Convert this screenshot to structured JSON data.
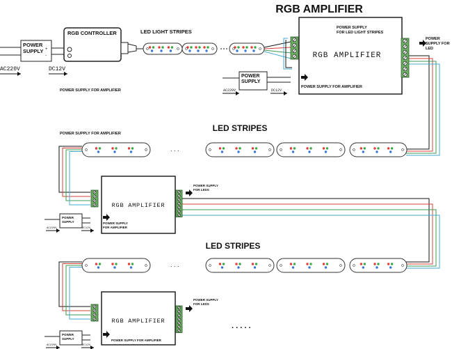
{
  "title": "RGB AMPLIFIER",
  "top": {
    "power_supply_1": "POWER\nSUPPLY",
    "ac_label": "AC220V",
    "dc_label": "DC12V",
    "controller": "RGB CONTROLLER",
    "led_light_stripes": "LED LIGHT STRIPES",
    "amp_name": "RGB AMPLIFIER",
    "ps_for_led_light_stripes": "POWER SUPPLY\nFOR LED LIGHT STRIPES",
    "ps_for_led_right": "POWER\nSUPPLY FOR\nLED",
    "power_supply_2": "POWER\nSUPPLY",
    "ac_small": "AC220V",
    "dc_small": "DC12V",
    "ps_for_amp_inner": "POWER SUPPLY FOR AMPLIFIER",
    "ps_for_amp_left": "POWER SUPPLY FOR AMPLIFIER"
  },
  "middle": {
    "ps_for_amp": "POWER SUPPLY FOR AMPLIFIER",
    "led_stripes": "LED STRIPES",
    "dots": ". . .",
    "amp_name": "RGB AMPLIFIER",
    "ps_for_leds": "POWER SUPPLY\nFOR LEDS",
    "power_supply": "POWER\nSUPPLY",
    "ac_small": "AC220V",
    "dc_small": "DC12V",
    "ps_for_amp_inner": "POWER SUPPLY\nFOR AMPLIFIER"
  },
  "bottom": {
    "led_stripes": "LED STRIPES",
    "dots": ". . .",
    "amp_name": "RGB AMPLIFIER",
    "ps_for_leds": "POWER SUPPLY\nFOR LEDS",
    "power_supply": "POWER\nSUPPLY",
    "ac_small": "AC220V",
    "dc_small": "DC12V",
    "ps_for_amp_inner": "POWER SUPPLY FOR AMPLIFIER",
    "trailing_dots": ". . . . ."
  },
  "colors": {
    "wire_black": "#111111",
    "wire_red": "#d9403a",
    "wire_green": "#3d9a52",
    "wire_blue": "#45a9cf",
    "terminal_green": "#6cae61",
    "led_red": "#e23c3c",
    "led_green": "#38a845",
    "led_blue": "#3a78d8"
  }
}
